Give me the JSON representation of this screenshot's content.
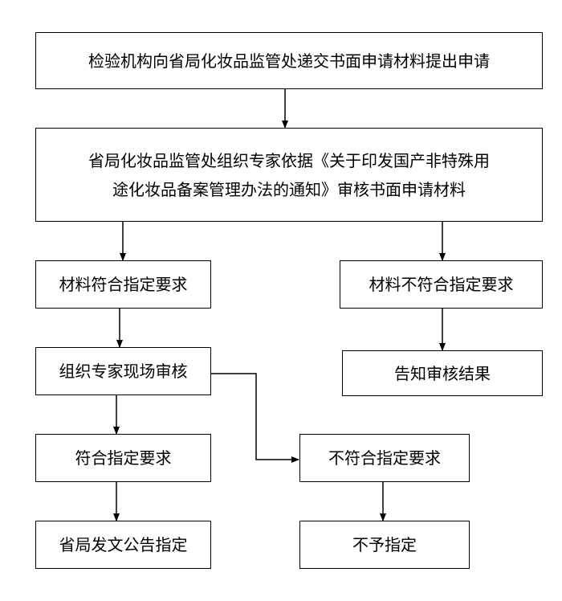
{
  "flowchart": {
    "nodes": {
      "submit": "检验机构向省局化妆品监管处递交书面申请材料提出申请",
      "review_line1": "省局化妆品监管处组织专家依据《关于印发国产非特殊用",
      "review_line2": "途化妆品备案管理办法的通知》审核书面申请材料",
      "material_ok": "材料符合指定要求",
      "material_not_ok": "材料不符合指定要求",
      "onsite_review": "组织专家现场审核",
      "notify_result": "告知审核结果",
      "onsite_ok": "符合指定要求",
      "onsite_not_ok": "不符合指定要求",
      "issue_document": "省局发文公告指定",
      "not_designated": "不予指定"
    },
    "edges": [
      {
        "from": "submit",
        "to": "review"
      },
      {
        "from": "review",
        "to": "material_ok"
      },
      {
        "from": "review",
        "to": "material_not_ok"
      },
      {
        "from": "material_ok",
        "to": "onsite_review"
      },
      {
        "from": "material_not_ok",
        "to": "notify_result"
      },
      {
        "from": "onsite_review",
        "to": "onsite_ok"
      },
      {
        "from": "onsite_review",
        "to": "onsite_not_ok"
      },
      {
        "from": "onsite_ok",
        "to": "issue_document"
      },
      {
        "from": "onsite_not_ok",
        "to": "not_designated"
      }
    ]
  }
}
